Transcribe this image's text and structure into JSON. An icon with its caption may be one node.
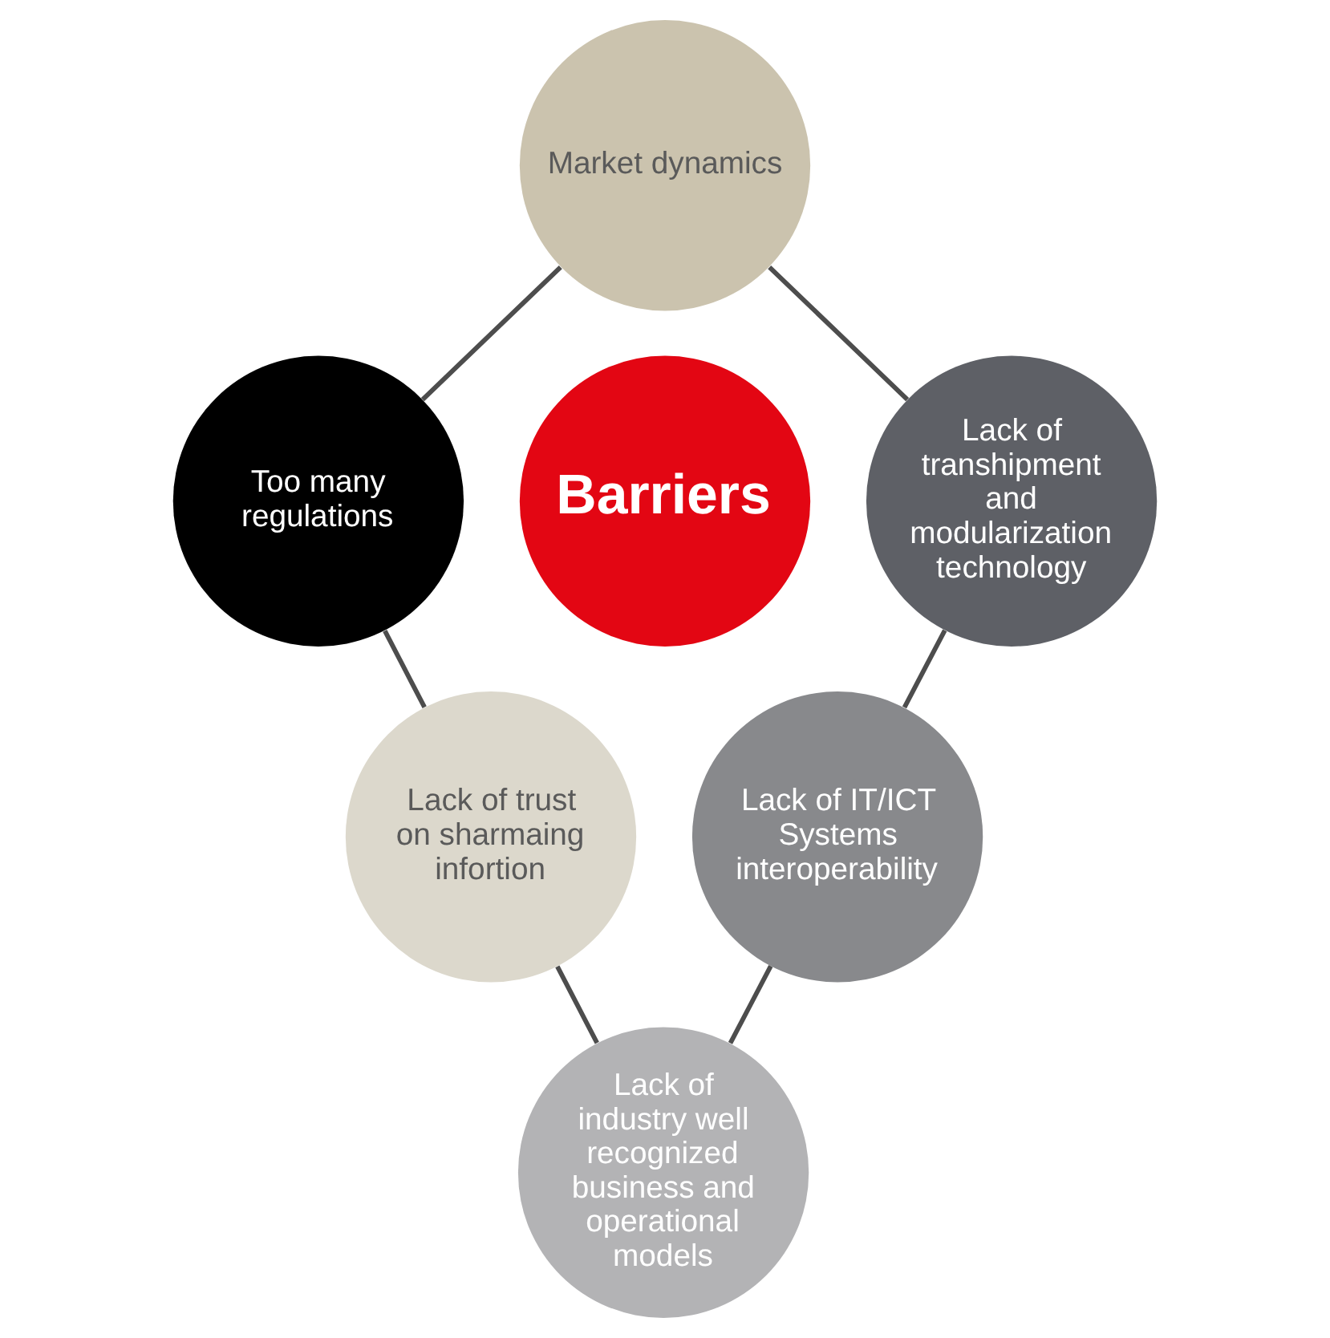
{
  "diagram": {
    "nodes": [
      {
        "text": [
          "Market dynamics"
        ]
      },
      {
        "text": [
          "Too many regulations"
        ]
      },
      {
        "text": [
          "Barriers"
        ]
      },
      {
        "text": [
          "Lack of transhipment and modularization technology"
        ]
      },
      {
        "text": [
          "Lack of trust on sharmaing infortion"
        ]
      },
      {
        "text": [
          "Lack of IT/ICT Systems interoperability"
        ]
      },
      {
        "text": [
          "Lack of industry well recognized business and operational models"
        ]
      }
    ],
    "edges": [
      {
        "from": 0,
        "to": 3,
        "arrow": "none"
      },
      {
        "from": 3,
        "to": 5,
        "arrow": "none"
      },
      {
        "from": 5,
        "to": 6,
        "arrow": "none"
      },
      {
        "from": 6,
        "to": 4,
        "arrow": "none"
      },
      {
        "from": 4,
        "to": 1,
        "arrow": "none"
      },
      {
        "from": 1,
        "to": 0,
        "arrow": "none"
      }
    ]
  }
}
